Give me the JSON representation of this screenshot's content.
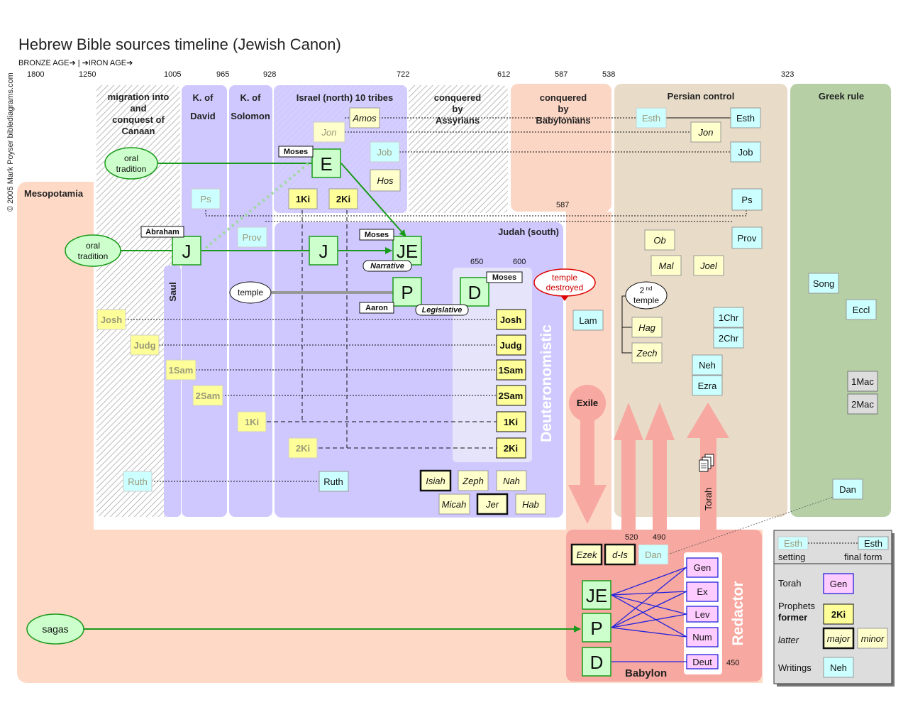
{
  "title": "Hebrew Bible sources timeline (Jewish Canon)",
  "copyright": "© 2005 Mark Poyser  biblediagrams.com",
  "ages": "BRONZE AGE➔ | ➔IRON AGE➔",
  "years": [
    "1800",
    "1250",
    "1005",
    "965",
    "928",
    "722",
    "612",
    "587",
    "538",
    "323"
  ],
  "periods": {
    "migration": [
      "migration into",
      "and",
      "conquest of",
      "Canaan"
    ],
    "david": [
      "K. of",
      "David"
    ],
    "solomon": [
      "K. of",
      "Solomon"
    ],
    "israel": "Israel (north) 10 tribes",
    "assyria": [
      "conquered",
      "by",
      "Assyrians"
    ],
    "babylon": [
      "conquered",
      "by",
      "Babylonians"
    ],
    "persia": "Persian control",
    "greek": "Greek rule",
    "judah": "Judah (south)",
    "mesopotamia": "Mesopotamia",
    "saul": "Saul",
    "babylon_region": "Babylon"
  },
  "sources": {
    "E": "E",
    "J": "J",
    "JE": "JE",
    "P": "P",
    "D": "D"
  },
  "tags": {
    "moses": "Moses",
    "abraham": "Abraham",
    "aaron": "Aaron",
    "narrative": "Narrative",
    "legislative": "Legislative"
  },
  "ovals": {
    "oral": [
      "oral",
      "tradition"
    ],
    "temple": "temple",
    "sagas": "sagas",
    "temple_destroyed": [
      "temple",
      "destroyed"
    ],
    "second_temple": [
      "2",
      "nd",
      "temple"
    ]
  },
  "labels": {
    "deuteronomistic": "Deuteronomistic",
    "redactor": "Redactor",
    "exile": "Exile",
    "torah": "Torah",
    "y650": "650",
    "y600": "600",
    "y587b": "587",
    "y520": "520",
    "y490": "490",
    "y450": "450"
  },
  "books": {
    "amos": "Amos",
    "jon": "Jon",
    "hos": "Hos",
    "job": "Job",
    "ki1": "1Ki",
    "ki2": "2Ki",
    "ps": "Ps",
    "prov": "Prov",
    "josh": "Josh",
    "judg": "Judg",
    "sam1": "1Sam",
    "sam2": "2Sam",
    "ruth": "Ruth",
    "isiah": "Isiah",
    "zeph": "Zeph",
    "nah": "Nah",
    "micah": "Micah",
    "jer": "Jer",
    "hab": "Hab",
    "esth": "Esth",
    "ob": "Ob",
    "mal": "Mal",
    "joel": "Joel",
    "hag": "Hag",
    "zech": "Zech",
    "chr1": "1Chr",
    "chr2": "2Chr",
    "neh": "Neh",
    "ezra": "Ezra",
    "lam": "Lam",
    "song": "Song",
    "eccl": "Eccl",
    "mac1": "1Mac",
    "mac2": "2Mac",
    "dan": "Dan",
    "ezek": "Ezek",
    "dis": "d-Is",
    "gen": "Gen",
    "ex": "Ex",
    "lev": "Lev",
    "num": "Num",
    "deut": "Deut"
  },
  "legend": {
    "setting": "setting",
    "final_form": "final form",
    "torah": "Torah",
    "prophets": "Prophets",
    "former": "former",
    "latter": "latter",
    "major": "major",
    "minor": "minor",
    "writings": "Writings",
    "esth": "Esth",
    "gen": "Gen",
    "ki2": "2Ki",
    "neh": "Neh"
  },
  "colors": {
    "torah": "#ffccff",
    "former_prophets": "#ffff99",
    "latter_prophets": "#ffffcc",
    "writings": "#ccffff",
    "greek": "#b6cfa5",
    "persian": "#e8dcc8",
    "babylon": "#f7a8a0",
    "judah": "#cfc8ff",
    "source": "#ccffcc"
  }
}
